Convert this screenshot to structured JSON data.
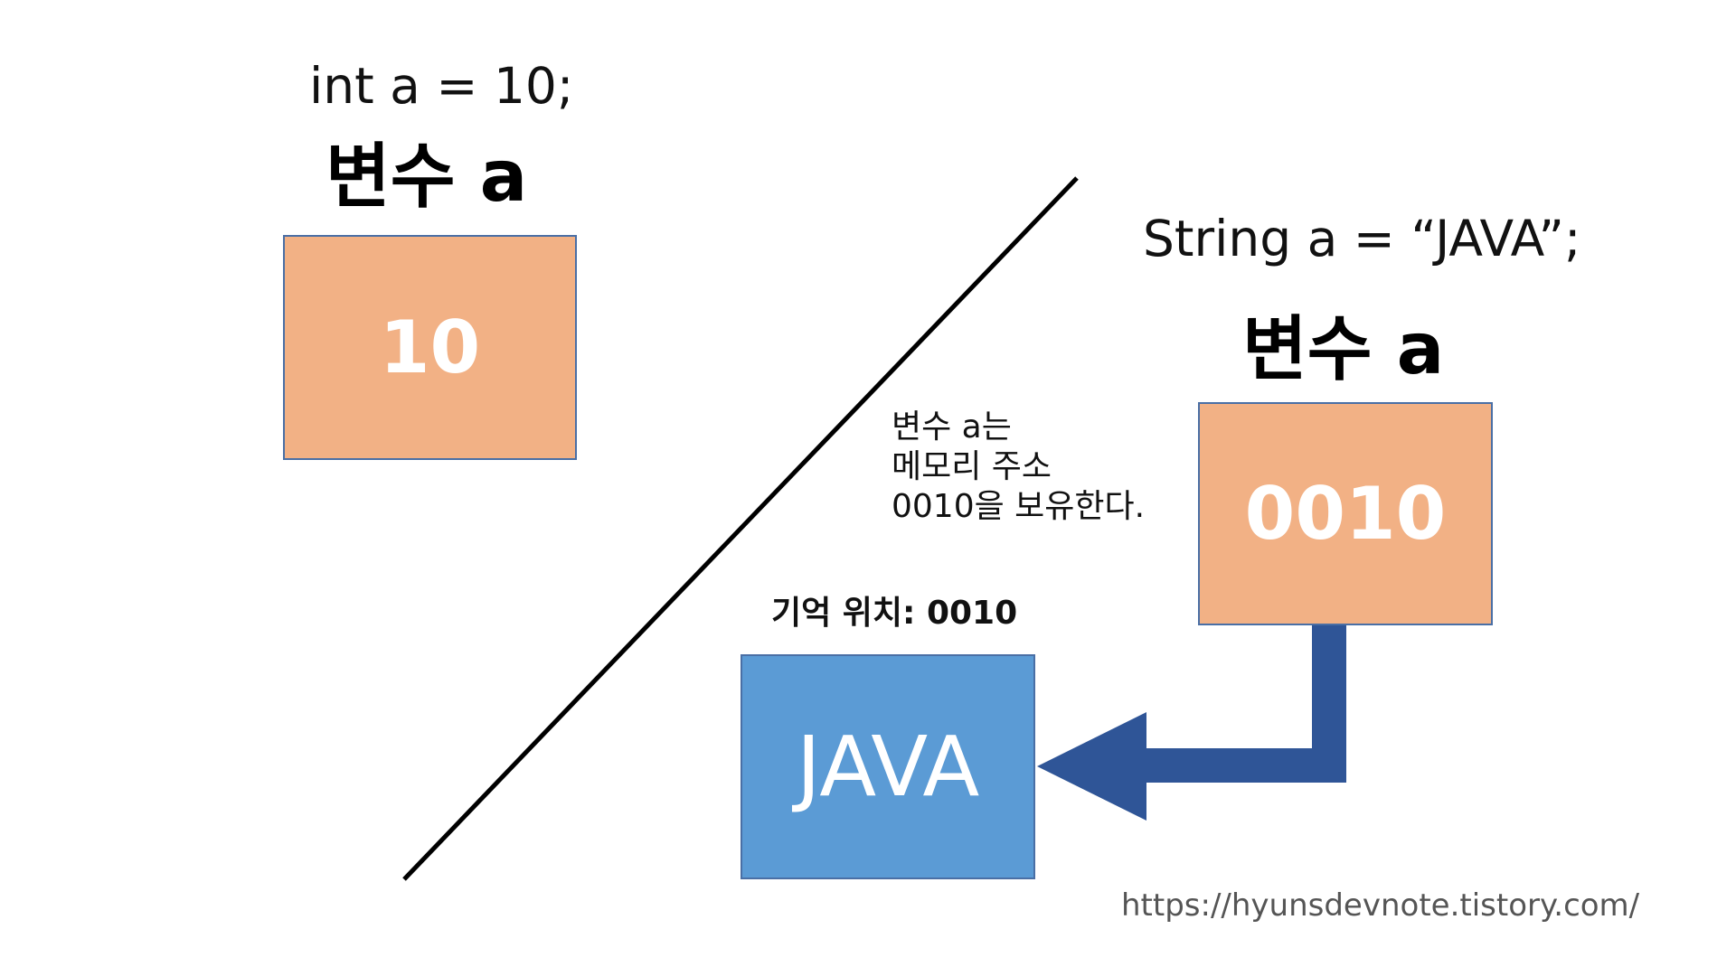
{
  "primitive": {
    "code": "int a = 10;",
    "variable_label": "변수 a",
    "value": "10"
  },
  "reference": {
    "code": "String a = “JAVA”;",
    "variable_label": "변수 a",
    "value": "0010",
    "note_lines": [
      "변수 a는",
      "메모리 주소",
      "0010을 보유한다."
    ],
    "location_label": "기억 위치: 0010",
    "target_value": "JAVA"
  },
  "watermark": "https://hyunsdevnote.tistory.com/",
  "colors": {
    "value_box": "#f2b185",
    "memory_box": "#5b9bd5",
    "box_border": "#4a6fa5",
    "arrow": "#2f5597",
    "divider": "#000000"
  }
}
